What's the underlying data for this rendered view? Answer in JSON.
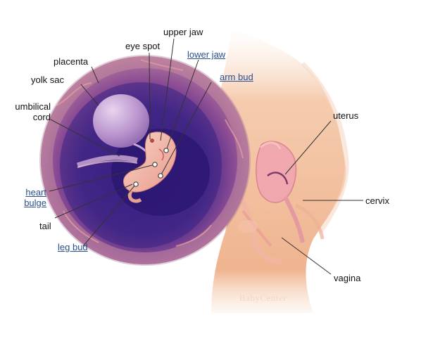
{
  "labels": {
    "placenta": "placenta",
    "yolk_sac": "yolk sac",
    "umbilical_cord": "umbilical\ncord",
    "heart_bulge": "heart\nbulge",
    "tail": "tail",
    "leg_bud": "leg bud",
    "eye_spot": "eye spot",
    "upper_jaw": "upper jaw",
    "lower_jaw": "lower jaw",
    "arm_bud": "arm bud",
    "uterus": "uterus",
    "cervix": "cervix",
    "vagina": "vagina"
  },
  "link_labels": [
    "lower_jaw",
    "arm_bud",
    "heart_bulge",
    "leg_bud"
  ],
  "watermark": "BabyCenter",
  "colors": {
    "label_text": "#111111",
    "link_text": "#2a4f8f",
    "leader_line": "#333333",
    "skin": "#f3c7a8",
    "circle_outer": "#7b3b74",
    "circle_inner": "#3b1f7a",
    "embryo": "#f2b7ad"
  }
}
